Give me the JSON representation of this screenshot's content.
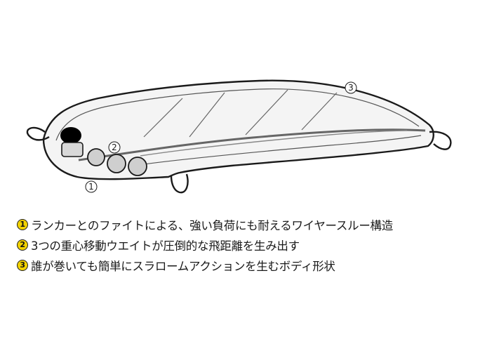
{
  "callouts": [
    {
      "number": "1",
      "text": "ランカーとのファイトによる、強い負荷にも耐えるワイヤースルー構造"
    },
    {
      "number": "2",
      "text": "3つの重心移動ウエイトが圧倒的な飛距離を生み出す"
    },
    {
      "number": "3",
      "text": "誰が巻いても簡単にスラロームアクションを生むボディ形状"
    }
  ],
  "colors": {
    "badge_fill": "#f2d200",
    "outline": "#1a1a1a",
    "body_fill": "#f4f4f4",
    "wire": "#666666",
    "eye": "#000000"
  },
  "icons": [
    "lure-diagram",
    "numbered-circle-icon"
  ]
}
